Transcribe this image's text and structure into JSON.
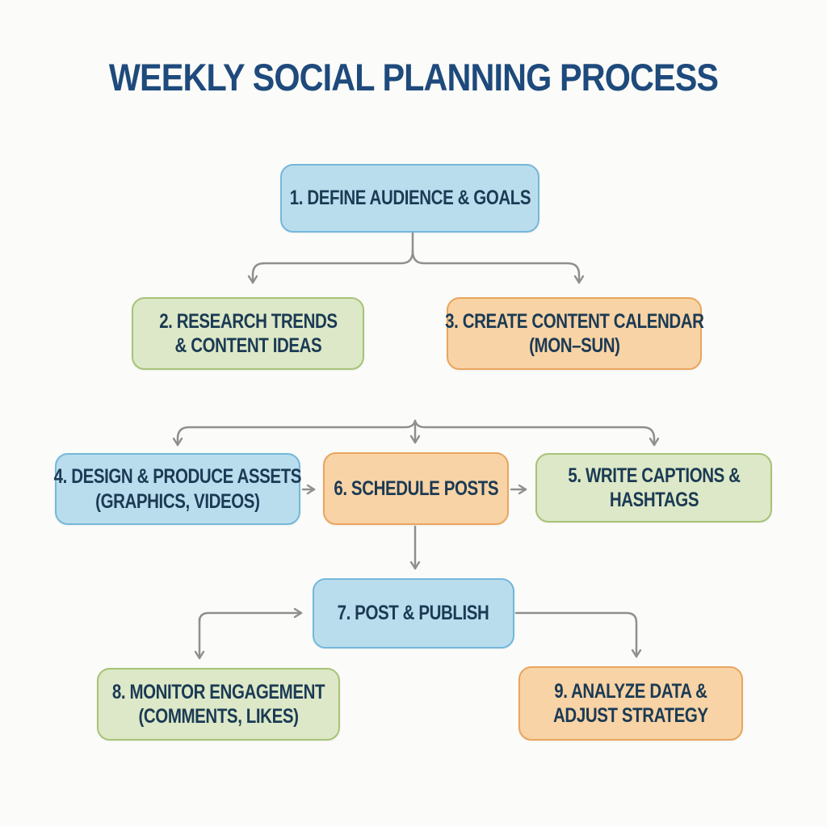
{
  "title": "WEEKLY SOCIAL PLANNING PROCESS",
  "colors": {
    "title_text": "#1e4a7c",
    "box_text": "#1b3a54",
    "blue_fill": "#badded",
    "blue_border": "#73b8da",
    "green_fill": "#dce8c7",
    "green_border": "#a7c376",
    "orange_fill": "#f8d3a5",
    "orange_border": "#e9a55e",
    "arrow": "#8f8f8f",
    "background": "#fbfbf9"
  },
  "boxes": [
    {
      "id": "1",
      "color": "blue",
      "line1": "1. DEFINE AUDIENCE & GOALS",
      "line2": ""
    },
    {
      "id": "2",
      "color": "green",
      "line1": "2. RESEARCH TRENDS",
      "line2": "& CONTENT IDEAS"
    },
    {
      "id": "3",
      "color": "orange",
      "line1": "3. CREATE CONTENT CALENDAR",
      "line2": "(MON–SUN)"
    },
    {
      "id": "4",
      "color": "blue",
      "line1": "4. DESIGN & PRODUCE ASSETS",
      "line2": "(GRAPHICS, VIDEOS)"
    },
    {
      "id": "6",
      "color": "orange",
      "line1": "6. SCHEDULE POSTS",
      "line2": ""
    },
    {
      "id": "5",
      "color": "green",
      "line1": "5. WRITE CAPTIONS &",
      "line2": "HASHTAGS"
    },
    {
      "id": "7",
      "color": "blue",
      "line1": "7. POST & PUBLISH",
      "line2": ""
    },
    {
      "id": "8",
      "color": "green",
      "line1": "8. MONITOR ENGAGEMENT",
      "line2": "(COMMENTS, LIKES)"
    },
    {
      "id": "9",
      "color": "orange",
      "line1": "9. ANALYZE DATA &",
      "line2": "ADJUST STRATEGY"
    }
  ],
  "edges": [
    "1→2",
    "1→3",
    "(2,3)→4",
    "(2,3)→6",
    "(2,3)→5",
    "4→6",
    "6→5",
    "6→7",
    "7→8",
    "7→9"
  ]
}
